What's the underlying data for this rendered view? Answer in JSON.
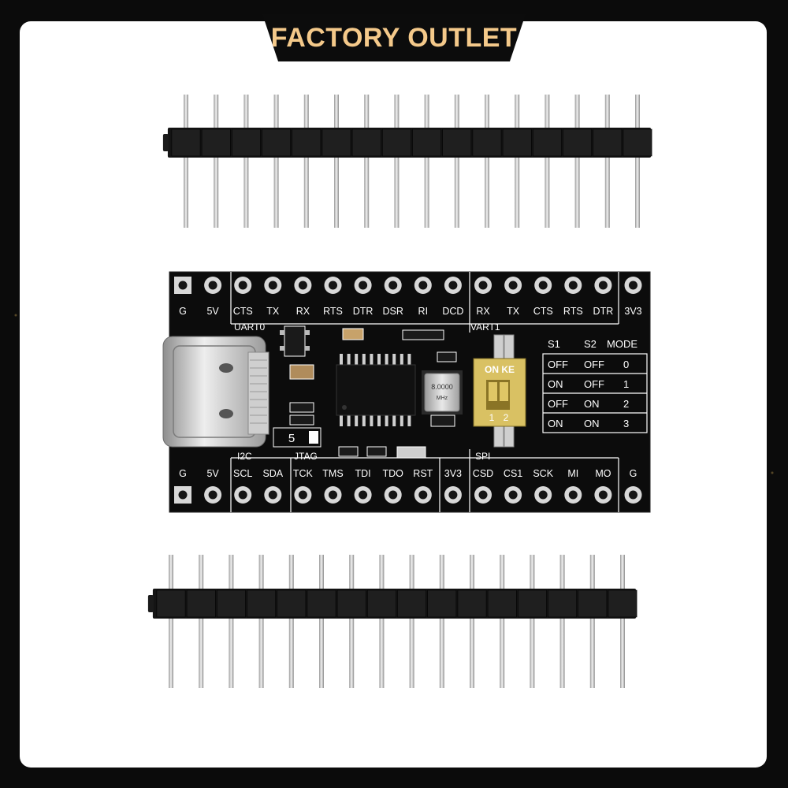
{
  "banner": {
    "text": "FACTORY OUTLET"
  },
  "board": {
    "top_labels": [
      "G",
      "5V",
      "CTS",
      "TX",
      "RX",
      "RTS",
      "DTR",
      "DSR",
      "RI",
      "DCD",
      "RX",
      "TX",
      "CTS",
      "RTS",
      "DTR",
      "3V3"
    ],
    "bottom_labels": [
      "G",
      "5V",
      "SCL",
      "SDA",
      "TCK",
      "TMS",
      "TDI",
      "TDO",
      "RST",
      "3V3",
      "CSD",
      "CS1",
      "SCK",
      "MI",
      "MO",
      "G"
    ],
    "section_labels": {
      "uart0": "UART0",
      "uart1": "VART1",
      "i2c": "I2C",
      "jtag": "JTAG",
      "spi": "SPI"
    },
    "crystal_text": [
      "8.0000",
      "MHz"
    ],
    "badge": "5",
    "dip": {
      "on_label": "ON KE",
      "num1": "1",
      "num2": "2"
    },
    "mode_table": {
      "headers": [
        "S1",
        "S2",
        "MODE"
      ],
      "rows": [
        [
          "OFF",
          "OFF",
          "0"
        ],
        [
          "ON",
          "OFF",
          "1"
        ],
        [
          "OFF",
          "ON",
          "2"
        ],
        [
          "ON",
          "ON",
          "3"
        ]
      ]
    }
  },
  "colors": {
    "pcb": "#0c0c0c",
    "silk": "#ffffff",
    "pin": "#d9d9d9",
    "gold": "#f4c98a",
    "dip": "#d8c060"
  }
}
